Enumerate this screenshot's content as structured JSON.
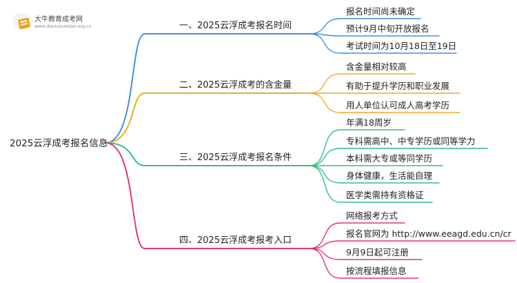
{
  "logo": {
    "name": "大牛教育成考网",
    "url": "www.daniuzuesiao.org.cn"
  },
  "root": "2025云浮成考报名信息",
  "branches": [
    {
      "label": "一、2025云浮成考报名时间",
      "color": "#3f8fe0",
      "leaves": [
        "报名时间尚未确定",
        "预计9月中旬开放报名",
        "考试时间为10月18日至19日"
      ]
    },
    {
      "label": "二、2025云浮成考的含金量",
      "color": "#f2a91e",
      "leaves": [
        "含金量相对较高",
        "有助于提升学历和职业发展",
        "用人单位认可成人高考学历"
      ]
    },
    {
      "label": "三、2025云浮成考报名条件",
      "color": "#2ec27e",
      "leaves": [
        "年满18周岁",
        "专科需高中、中专学历或同等学力",
        "本科需大专或等同学历",
        "身体健康，生活能自理",
        "医学类需持有资格证"
      ]
    },
    {
      "label": "四、2025云浮成考报考入口",
      "color": "#e8317a",
      "leaves": [
        "网络报考方式",
        "报名官网为 http://www.eeagd.edu.cn/cr",
        "9月9日起可注册",
        "按流程填报信息"
      ]
    }
  ]
}
